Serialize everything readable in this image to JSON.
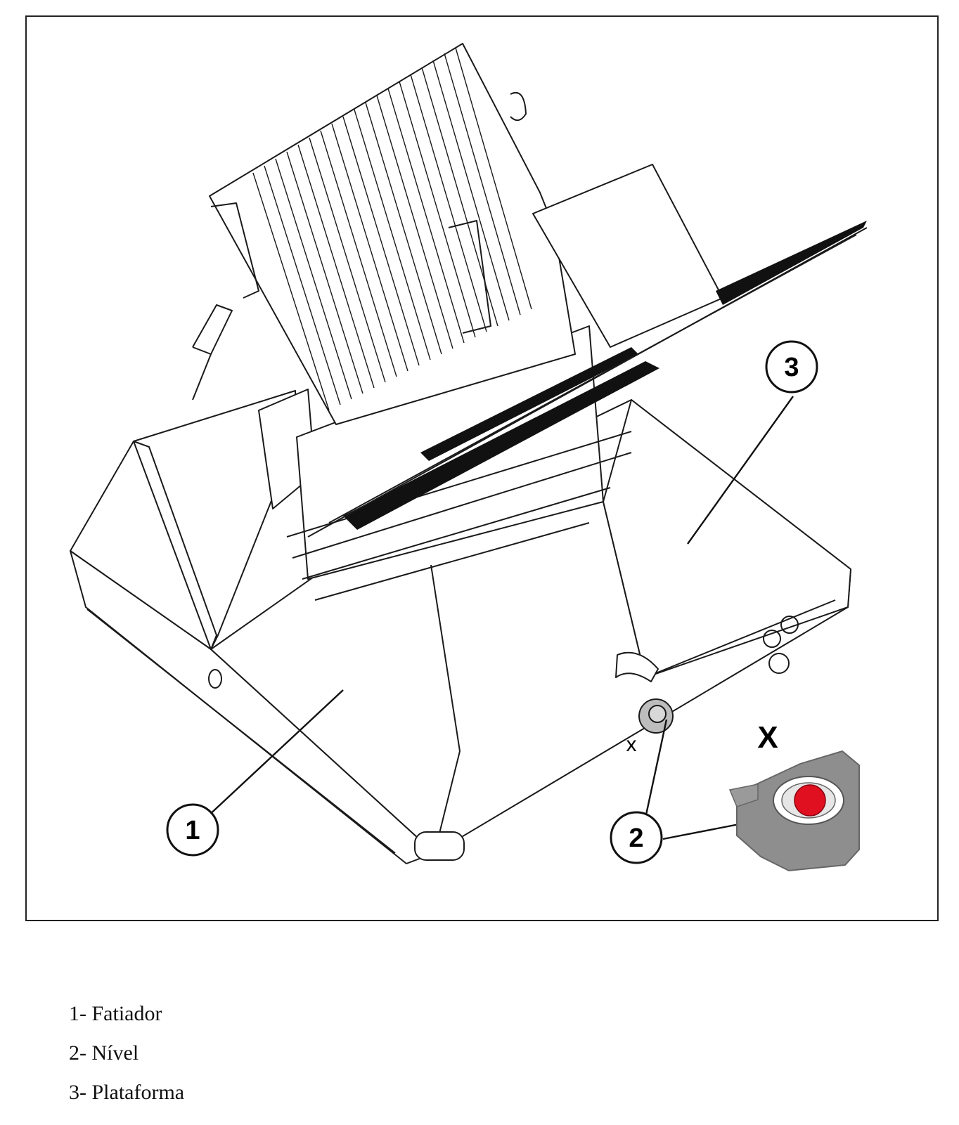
{
  "figure": {
    "callouts": [
      "1",
      "2",
      "3"
    ],
    "detail_label_large": "X",
    "detail_label_small": "x",
    "colors": {
      "line": "#1a1a1a",
      "level_indicator": "#e01020",
      "level_housing": "#8e8e8e"
    }
  },
  "legend": {
    "items": [
      {
        "number": "1",
        "label": "Fatiador"
      },
      {
        "number": "2",
        "label": "Nível"
      },
      {
        "number": "3",
        "label": "Plataforma"
      }
    ]
  }
}
